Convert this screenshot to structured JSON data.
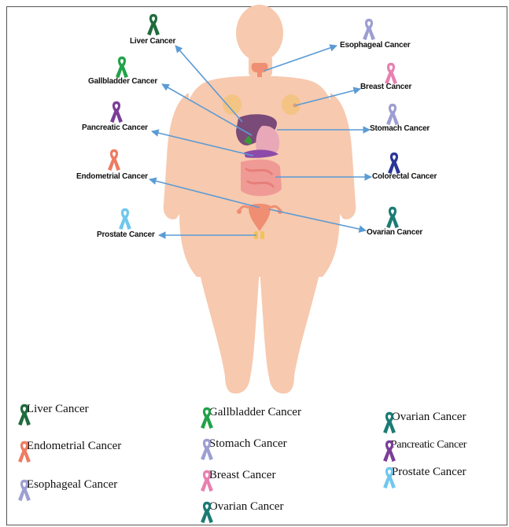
{
  "diagram": {
    "colors": {
      "liver": "#1f6b3c",
      "gallbladder": "#22a24a",
      "pancreatic": "#7a3d98",
      "endometrial": "#ee7b62",
      "prostate": "#6fc7ee",
      "esophageal": "#9d9ed2",
      "breast": "#e880b1",
      "stomach": "#9d9ed2",
      "colorectal": "#2a3696",
      "ovarian": "#1a7b74",
      "arrow": "#5b9bd5",
      "body": "#f7c9ae"
    },
    "labels": {
      "liver": "Liver Cancer",
      "gallbladder": "Gallbladder Cancer",
      "pancreatic": "Pancreatic Cancer",
      "endometrial": "Endometrial Cancer",
      "prostate": "Prostate Cancer",
      "esophageal": "Esophageal Cancer",
      "breast": "Breast Cancer",
      "stomach": "Stomach Cancer",
      "colorectal": "Colorectal Cancer",
      "ovarian": "Ovarian Cancer"
    }
  },
  "legend": {
    "items": [
      {
        "text": ": Liver Cancer",
        "color": "#1f6b3c"
      },
      {
        "text": ": Endometrial Cancer",
        "color": "#ee7b62"
      },
      {
        "text": ": Esophageal Cancer",
        "color": "#9d9ed2"
      },
      {
        "text": ": Gallbladder Cancer",
        "color": "#22a24a"
      },
      {
        "text": ": Stomach Cancer",
        "color": "#9d9ed2"
      },
      {
        "text": ": Breast Cancer",
        "color": "#e880b1"
      },
      {
        "text": ": Ovarian Cancer",
        "color": "#1a7b74"
      },
      {
        "text": ": Ovarian Cancer",
        "color": "#1a7b74"
      },
      {
        "text": ": Pancreatic Cancer",
        "color": "#7a3d98"
      },
      {
        "text": ": Prostate Cancer",
        "color": "#6fc7ee"
      }
    ]
  }
}
